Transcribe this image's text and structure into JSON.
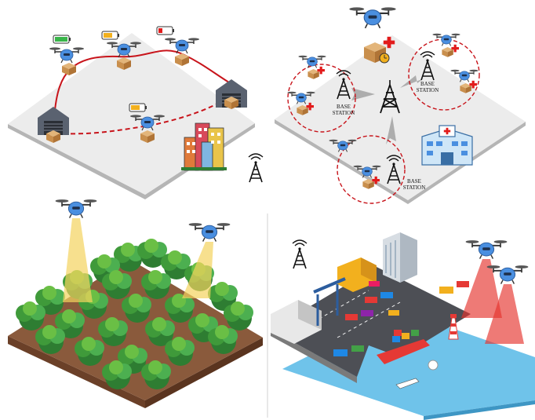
{
  "panels": {
    "delivery": {
      "name": "delivery-panel"
    },
    "medical": {
      "base_station_labels": [
        {
          "line1": "BASE",
          "line2": "STATION"
        },
        {
          "line1": "BASE",
          "line2": "STATION"
        },
        {
          "line1": "BASE",
          "line2": "STATION"
        }
      ]
    },
    "forest": {
      "name": "forest-panel"
    },
    "port": {
      "name": "port-panel"
    }
  },
  "colors": {
    "drone_body": "#4a8fe0",
    "route_line": "#c8141b",
    "platform_top": "#ececec",
    "platform_side": "#b5b5b5",
    "battery_full": "#39b54a",
    "battery_mid": "#f2b01e",
    "battery_low": "#e21b1b",
    "beam_yellow": "#f4d35e",
    "beam_red": "#e5322d",
    "sea": "#6fc3ea",
    "soil": "#8a5a3c",
    "tree_dark": "#2e7d32",
    "tree_light": "#6abf45"
  },
  "icons": [
    "drone-icon",
    "battery-icon",
    "warehouse-icon",
    "package-icon",
    "city-buildings-icon",
    "radio-tower-icon",
    "medical-cross-icon",
    "hospital-icon",
    "tree-icon",
    "ship-icon",
    "container-icon",
    "lighthouse-icon",
    "crane-icon"
  ]
}
